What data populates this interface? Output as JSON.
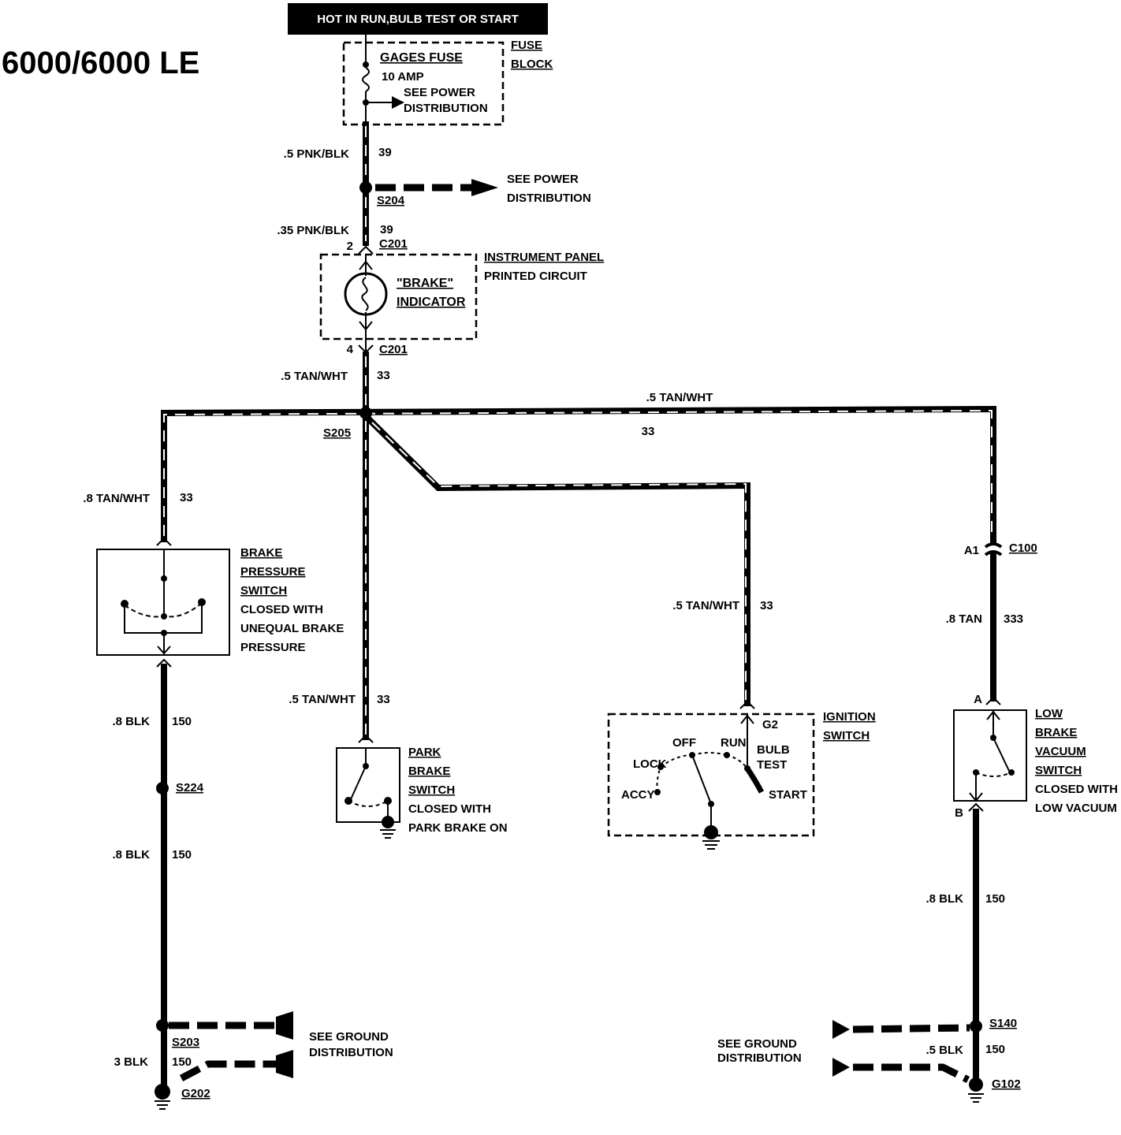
{
  "title": "6000/6000 LE",
  "banner": "HOT IN RUN,BULB TEST OR START",
  "fuse": {
    "name": "GAGES FUSE",
    "rating": "10 AMP",
    "note_line1": "SEE POWER",
    "note_line2": "DISTRIBUTION",
    "block_line1": "FUSE",
    "block_line2": "BLOCK"
  },
  "see_power": {
    "line1": "SEE POWER",
    "line2": "DISTRIBUTION"
  },
  "see_ground_left": {
    "line1": "SEE GROUND",
    "line2": "DISTRIBUTION"
  },
  "see_ground_right": {
    "line1": "SEE GROUND",
    "line2": "DISTRIBUTION"
  },
  "wires": {
    "w_fuse": {
      "gauge": ".5 PNK/BLK",
      "circuit": "39"
    },
    "w_s204": {
      "gauge": ".35 PNK/BLK",
      "circuit": "39"
    },
    "w_c201": {
      "gauge": ".5 TAN/WHT",
      "circuit": "33"
    },
    "w_top": {
      "gauge": ".5 TAN/WHT",
      "circuit": "33"
    },
    "w_left": {
      "gauge": ".8 TAN/WHT",
      "circuit": "33"
    },
    "w_park": {
      "gauge": ".5 TAN/WHT",
      "circuit": "33"
    },
    "w_ign": {
      "gauge": ".5 TAN/WHT",
      "circuit": "33"
    },
    "w_vac": {
      "gauge": ".8 TAN",
      "circuit": "333"
    },
    "w_blk1": {
      "gauge": ".8 BLK",
      "circuit": "150"
    },
    "w_blk2": {
      "gauge": ".8 BLK",
      "circuit": "150"
    },
    "w_blk3": {
      "gauge": "3 BLK",
      "circuit": "150"
    },
    "w_blk4": {
      "gauge": ".8 BLK",
      "circuit": "150"
    },
    "w_blk5": {
      "gauge": ".5 BLK",
      "circuit": "150"
    }
  },
  "splices": {
    "s204": "S204",
    "s205": "S205",
    "s224": "S224",
    "s203": "S203",
    "s140": "S140"
  },
  "grounds": {
    "g202": "G202",
    "g102": "G102"
  },
  "connectors": {
    "c201_top": {
      "name": "C201",
      "pin": "2"
    },
    "c201_bot": {
      "name": "C201",
      "pin": "4"
    },
    "c100": {
      "name": "C100",
      "pin": "A1"
    },
    "g2": "G2",
    "vac_a": "A",
    "vac_b": "B"
  },
  "panel": {
    "line1": "INSTRUMENT PANEL",
    "line2": "PRINTED CIRCUIT",
    "ind1": "\"BRAKE\"",
    "ind2": "INDICATOR"
  },
  "brake_pressure": [
    "BRAKE",
    "PRESSURE",
    "SWITCH",
    "CLOSED WITH",
    "UNEQUAL BRAKE",
    "PRESSURE"
  ],
  "park_brake": [
    "PARK",
    "BRAKE",
    "SWITCH",
    "CLOSED WITH",
    "PARK BRAKE ON"
  ],
  "ignition": {
    "label1": "IGNITION",
    "label2": "SWITCH",
    "off": "OFF",
    "run": "RUN",
    "bulb": "BULB",
    "test": "TEST",
    "lock": "LOCK",
    "accy": "ACCY",
    "start": "START"
  },
  "low_vacuum": [
    "LOW",
    "BRAKE",
    "VACUUM",
    "SWITCH",
    "CLOSED WITH",
    "LOW VACUUM"
  ]
}
